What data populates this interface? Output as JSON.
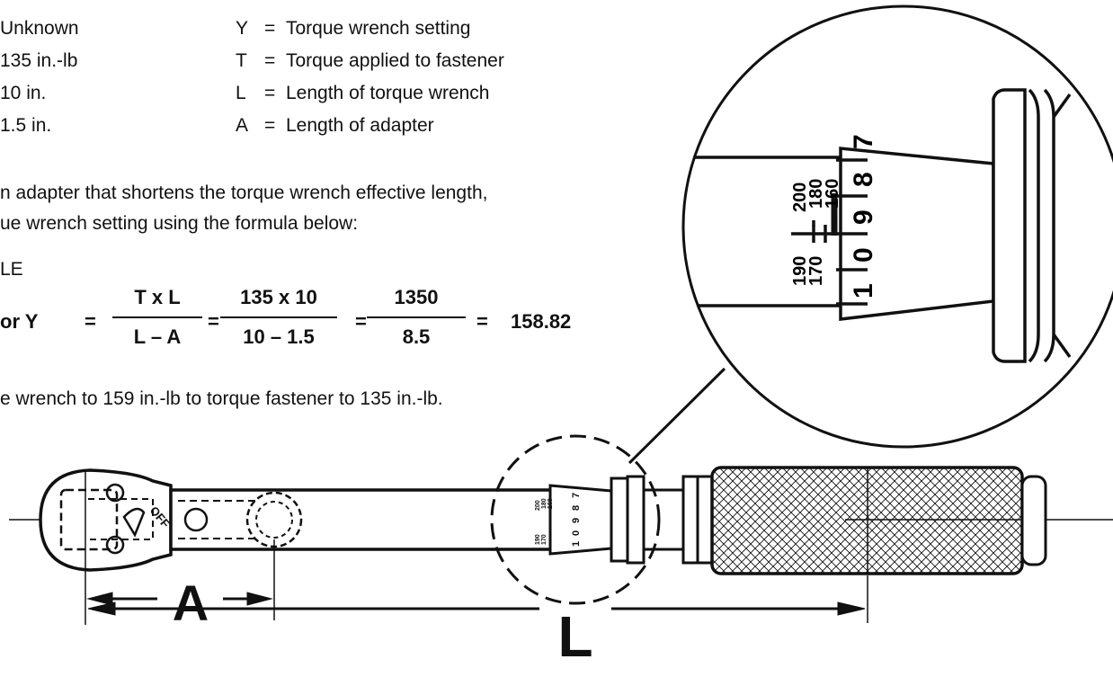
{
  "legend_left": [
    {
      "text": "Unknown"
    },
    {
      "text": "135 in.-lb"
    },
    {
      "text": "10 in."
    },
    {
      "text": "1.5 in."
    }
  ],
  "legend_right": [
    {
      "sym": "Y",
      "eq": "=",
      "desc": "Torque wrench setting"
    },
    {
      "sym": "T",
      "eq": "=",
      "desc": "Torque applied to fastener"
    },
    {
      "sym": "L",
      "eq": "=",
      "desc": "Length of torque wrench"
    },
    {
      "sym": "A",
      "eq": "=",
      "desc": "Length of adapter"
    }
  ],
  "paragraph": {
    "line1": "n adapter that shortens the torque wrench effective length,",
    "line2": "ue wrench setting using the formula below:"
  },
  "example_label": "LE",
  "formula": {
    "lhs": "or Y",
    "eq": "=",
    "frac1_num": "T x L",
    "frac1_den": "L – A",
    "frac2_num": "135 x 10",
    "frac2_den": "10 – 1.5",
    "frac3_num": "1350",
    "frac3_den": "8.5",
    "result": "158.82"
  },
  "conclusion": "e wrench to 159 in.-lb to torque fastener to 135 in.-lb.",
  "diagram": {
    "dim_A": "A",
    "dim_L": "L",
    "head_label": "OFF",
    "scale_ticks": [
      "200",
      "180",
      "160",
      "190",
      "170"
    ],
    "scale_digits": [
      "7",
      "8",
      "9",
      "0",
      "1"
    ],
    "small_ticks": [
      "200",
      "180",
      "160",
      "190",
      "170"
    ],
    "small_digits": [
      "7",
      "8",
      "9",
      "0",
      "1"
    ]
  }
}
